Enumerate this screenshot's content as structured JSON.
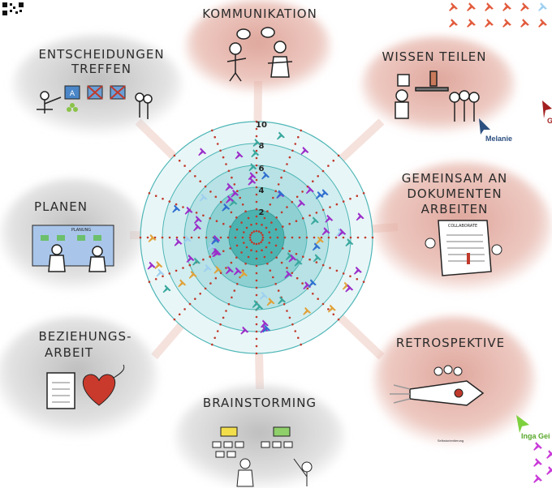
{
  "topics": {
    "kommunikation": "KOMMUNIKATION",
    "entscheidungen_line1": "ENTSCHEIDUNGEN",
    "entscheidungen_line2": "TREFFEN",
    "wissen": "WISSEN TEILEN",
    "planen": "PLANEN",
    "planung_sign": "PLANUNG",
    "gemeinsam_line1": "GEMEINSAM AN",
    "gemeinsam_line2": "DOKUMENTEN",
    "gemeinsam_line3": "ARBEITEN",
    "collaborate_sign": "COLLABORATE",
    "beziehung_line1": "BEZIEHUNGS-",
    "beziehung_line2": "ARBEIT",
    "retro": "RETROSPEKTIVE",
    "retro_caption": "Selbstorientierung",
    "brainstorming": "BRAINSTORMING",
    "entscheidung_card": "A"
  },
  "radar": {
    "ticks": [
      "10",
      "8",
      "6",
      "4",
      "2"
    ]
  },
  "cursors": {
    "melanie": "Melanie",
    "inga": "Inga Gei",
    "third_initial": "G"
  },
  "colors": {
    "blob_red": "#d89a8c",
    "blob_gray": "#9a9a9a",
    "radar_center": "#4db3b0",
    "radar_ring": "#b9e3e4",
    "dots": "#c0392b",
    "pin_purple": "#9b2fc9",
    "pin_blue": "#2f6fd0",
    "pin_teal": "#3aa89e",
    "pin_orange": "#e0a23a",
    "pin_light": "#9fd0f0",
    "cursor_melanie": "#2c4f80",
    "cursor_inga": "#7ed13e",
    "cursor_red": "#a32020"
  }
}
